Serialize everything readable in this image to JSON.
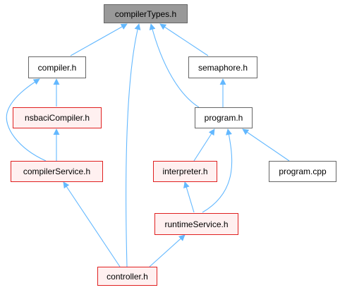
{
  "nodes": {
    "compilerTypes": "compilerTypes.h",
    "compiler": "compiler.h",
    "semaphore": "semaphore.h",
    "nsbaciCompiler": "nsbaciCompiler.h",
    "program": "program.h",
    "compilerService": "compilerService.h",
    "interpreter": "interpreter.h",
    "programCpp": "program.cpp",
    "runtimeService": "runtimeService.h",
    "controller": "controller.h"
  },
  "colors": {
    "edge": "#63b8ff",
    "root_fill": "#999999",
    "node_border": "#666666",
    "highlight_border": "#e02020",
    "highlight_fill": "#fff0f0"
  }
}
